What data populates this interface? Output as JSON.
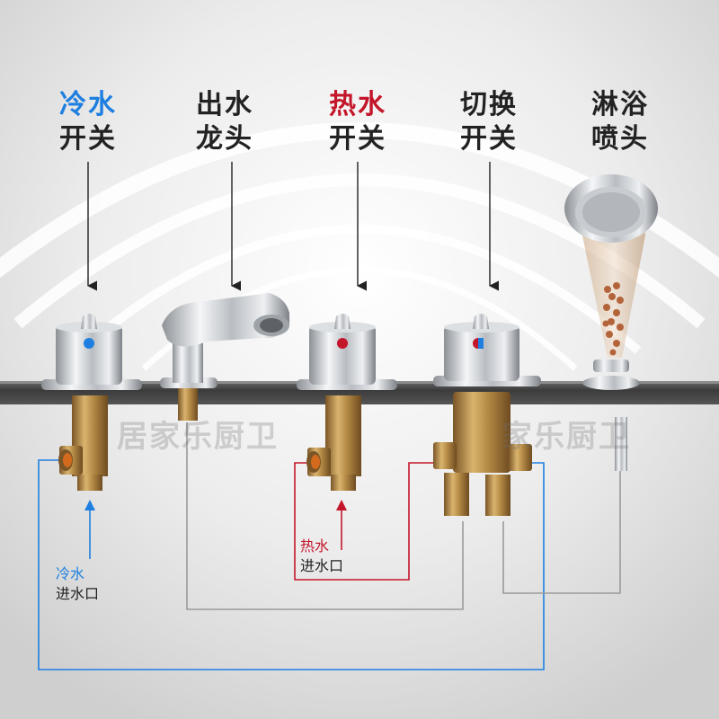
{
  "colors": {
    "cold": "#1e7fe0",
    "hot": "#c4162a",
    "text": "#222222",
    "pipe_gray": "#9a9a9a",
    "brass": "#b8904a",
    "chrome": "#c9ccd0",
    "counter": "#4a4a4a"
  },
  "labels": {
    "cold_switch": {
      "line1": "冷水",
      "line2": "开关"
    },
    "faucet": {
      "line1": "出水",
      "line2": "龙头"
    },
    "hot_switch": {
      "line1": "热水",
      "line2": "开关"
    },
    "diverter": {
      "line1": "切换",
      "line2": "开关"
    },
    "shower": {
      "line1": "淋浴",
      "line2": "喷头"
    }
  },
  "inlets": {
    "cold": {
      "line1": "冷水",
      "line2": "进水口"
    },
    "hot": {
      "line1": "热水",
      "line2": "进水口"
    }
  },
  "watermarks": [
    "居家乐厨卫",
    "家乐厨卫"
  ]
}
